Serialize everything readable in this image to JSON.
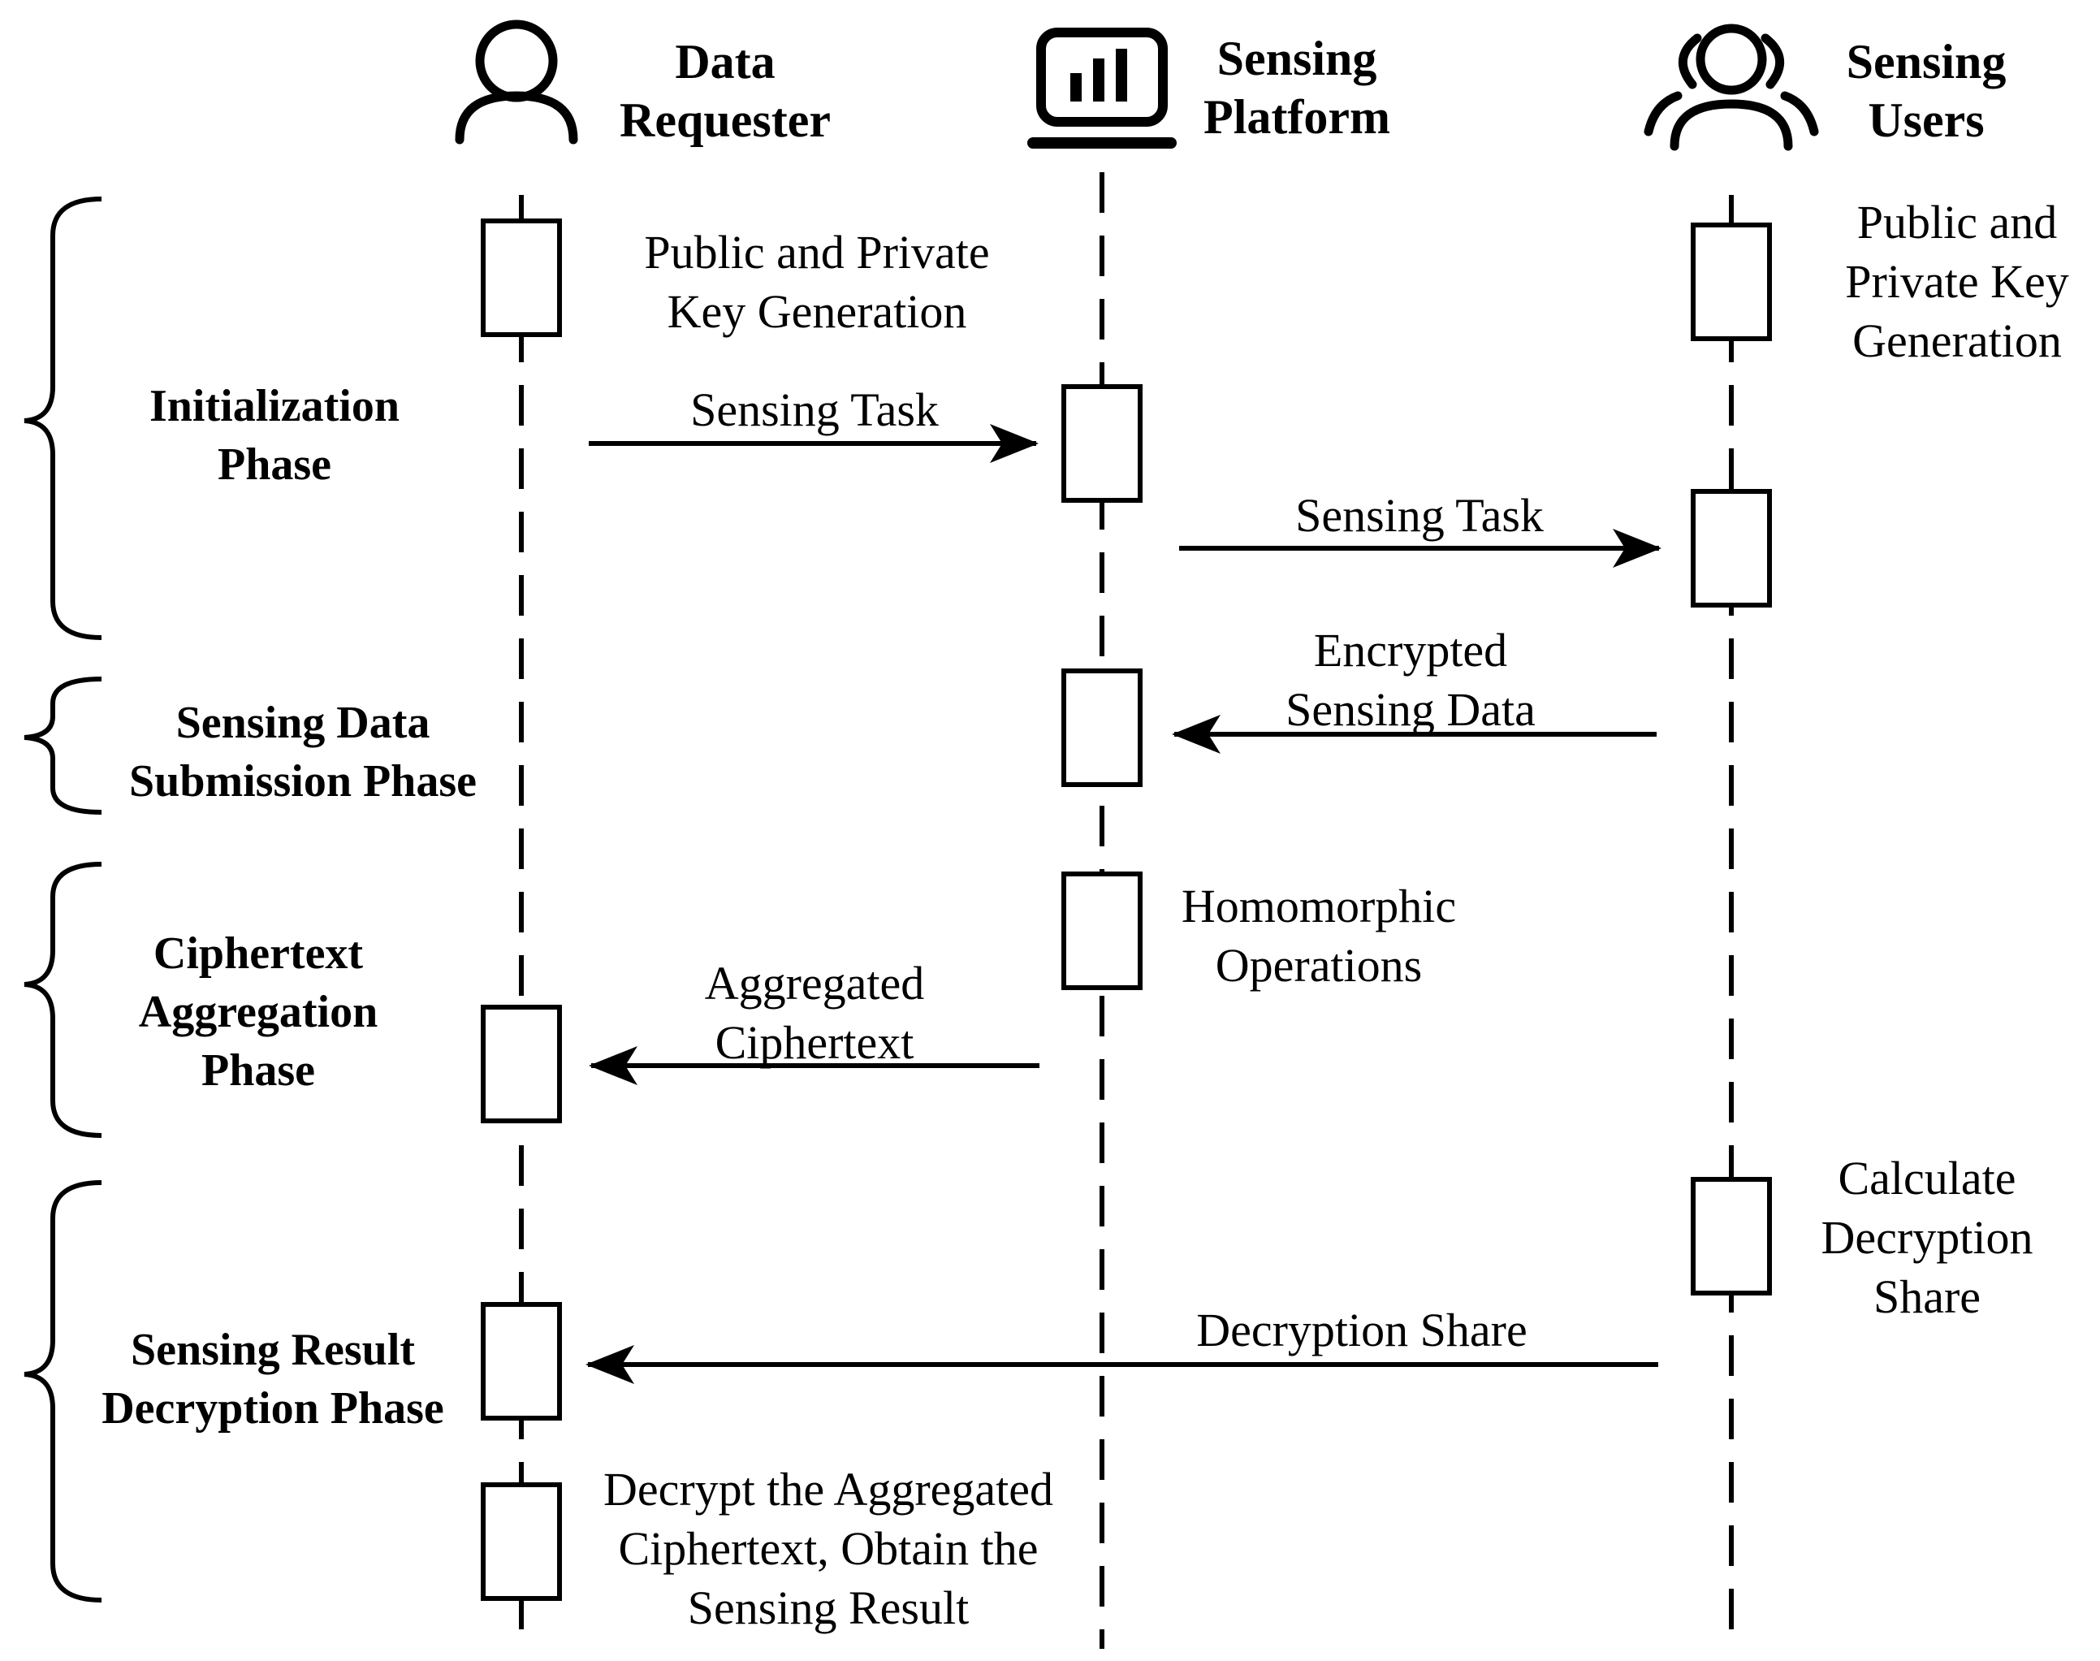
{
  "actors": [
    {
      "id": "data-requester",
      "lines": [
        "Data",
        "Requester"
      ],
      "icon": "person-icon"
    },
    {
      "id": "sensing-platform",
      "lines": [
        "Sensing",
        "Platform"
      ],
      "icon": "monitor-chart-icon"
    },
    {
      "id": "sensing-users",
      "lines": [
        "Sensing",
        "Users"
      ],
      "icon": "users-group-icon"
    }
  ],
  "phases": [
    {
      "lines": [
        "Initialization",
        "Phase"
      ]
    },
    {
      "lines": [
        "Sensing Data",
        "Submission Phase"
      ]
    },
    {
      "lines": [
        "Ciphertext",
        "Aggregation",
        "Phase"
      ]
    },
    {
      "lines": [
        "Sensing Result",
        "Decryption Phase"
      ]
    }
  ],
  "notes": {
    "requester_keygen": [
      "Public and Private",
      "Key Generation"
    ],
    "users_keygen": [
      "Public and",
      "Private Key",
      "Generation"
    ],
    "homomorphic": [
      "Homomorphic",
      "Operations"
    ],
    "calc_share": [
      "Calculate",
      "Decryption",
      "Share"
    ],
    "decrypt_result": [
      "Decrypt the Aggregated",
      "Ciphertext, Obtain the",
      "Sensing Result"
    ]
  },
  "messages": [
    {
      "id": "task-to-platform",
      "lines": [
        "Sensing Task"
      ],
      "from": "data-requester",
      "to": "sensing-platform"
    },
    {
      "id": "task-to-users",
      "lines": [
        "Sensing Task"
      ],
      "from": "sensing-platform",
      "to": "sensing-users"
    },
    {
      "id": "encrypted-data",
      "lines": [
        "Encrypted",
        "Sensing Data"
      ],
      "from": "sensing-users",
      "to": "sensing-platform"
    },
    {
      "id": "aggregated-ciphertext",
      "lines": [
        "Aggregated",
        "Ciphertext"
      ],
      "from": "sensing-platform",
      "to": "data-requester"
    },
    {
      "id": "decryption-share",
      "lines": [
        "Decryption Share"
      ],
      "from": "sensing-users",
      "to": "data-requester"
    }
  ]
}
